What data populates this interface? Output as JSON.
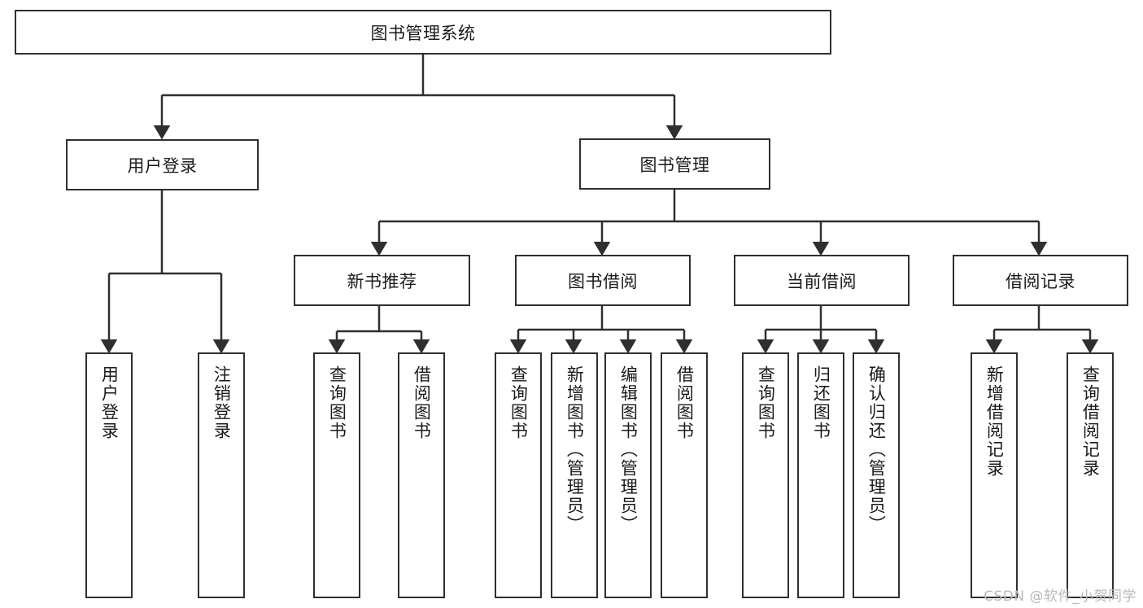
{
  "diagram": {
    "type": "tree",
    "title": "图书管理系统",
    "orientation": "top-down",
    "colors": {
      "stroke": "#2f2f2f",
      "fill": "#ffffff",
      "text": "#1b1b1b",
      "watermark": "#b9b9b9",
      "background": "#ffffff"
    },
    "root": {
      "label": "图书管理系统"
    },
    "level2": [
      {
        "label": "用户登录"
      },
      {
        "label": "图书管理"
      }
    ],
    "level3": [
      {
        "label": "新书推荐"
      },
      {
        "label": "图书借阅"
      },
      {
        "label": "当前借阅"
      },
      {
        "label": "借阅记录"
      }
    ],
    "leaves": {
      "user_login": [
        {
          "label": "用户登录"
        },
        {
          "label": "注销登录"
        }
      ],
      "new_book_recommend": [
        {
          "label": "查询图书"
        },
        {
          "label": "借阅图书"
        }
      ],
      "book_borrow": [
        {
          "label": "查询图书"
        },
        {
          "label": "新增图书（管理员）"
        },
        {
          "label": "编辑图书（管理员）"
        },
        {
          "label": "借阅图书"
        }
      ],
      "current_borrow": [
        {
          "label": "查询图书"
        },
        {
          "label": "归还图书"
        },
        {
          "label": "确认归还（管理员）"
        }
      ],
      "borrow_record": [
        {
          "label": "新增借阅记录"
        },
        {
          "label": "查询借阅记录"
        }
      ]
    }
  },
  "watermark": {
    "text": "CSDN @软件_小贺同学"
  }
}
